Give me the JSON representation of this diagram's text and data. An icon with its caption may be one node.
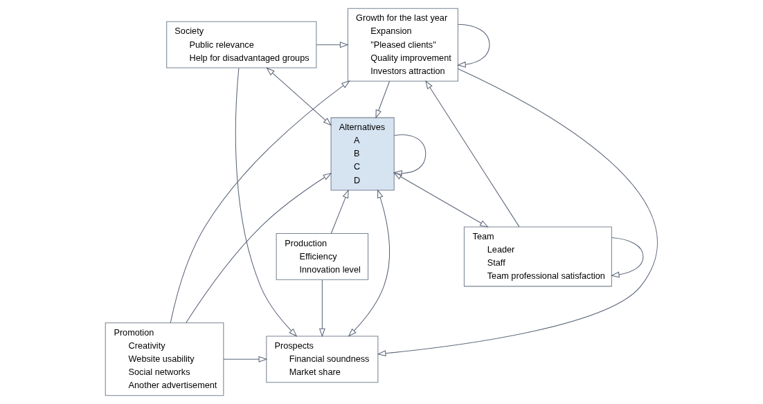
{
  "diagram": {
    "nodes": [
      {
        "text": [
          "Growth for the last year",
          "Expansion",
          "\"Pleased clients\"",
          "Quality improvement",
          "Investors attraction"
        ]
      },
      {
        "text": [
          "Society",
          "Public relevance",
          "Help for disadvantaged groups"
        ]
      },
      {
        "text": [
          "Team",
          "Leader",
          "Staff",
          "Team professional satisfaction"
        ]
      },
      {
        "text": [
          "Production",
          "Efficiency",
          "Innovation level"
        ]
      },
      {
        "text": [
          "Alternatives",
          "A",
          "B",
          "C",
          "D"
        ]
      },
      {
        "text": [
          "Prospects",
          "Financial soundness",
          "Market share"
        ]
      },
      {
        "text": [
          "Promotion",
          "Creativity",
          "Website usability",
          "Social networks",
          "Another advertisement"
        ]
      }
    ],
    "edges": [
      {
        "from": 0,
        "to": 0,
        "arrow": "to"
      },
      {
        "from": 1,
        "to": 0,
        "arrow": "to"
      },
      {
        "from": 2,
        "to": 0,
        "arrow": "to"
      },
      {
        "from": 2,
        "to": 2,
        "arrow": "to"
      },
      {
        "from": 0,
        "to": 5,
        "arrow": "to"
      },
      {
        "from": 0,
        "to": 4,
        "arrow": "to"
      },
      {
        "from": 6,
        "to": 0,
        "arrow": "to"
      },
      {
        "from": 1,
        "to": 5,
        "arrow": "to"
      },
      {
        "from": 4,
        "to": 1,
        "arrow": "both"
      },
      {
        "from": 4,
        "to": 2,
        "arrow": "both"
      },
      {
        "from": 3,
        "to": 5,
        "arrow": "to"
      },
      {
        "from": 3,
        "to": 4,
        "arrow": "to"
      },
      {
        "from": 4,
        "to": 4,
        "arrow": "to"
      },
      {
        "from": 4,
        "to": 5,
        "arrow": "both"
      },
      {
        "from": 6,
        "to": 4,
        "arrow": "to"
      },
      {
        "from": 6,
        "to": 5,
        "arrow": "to"
      }
    ]
  }
}
